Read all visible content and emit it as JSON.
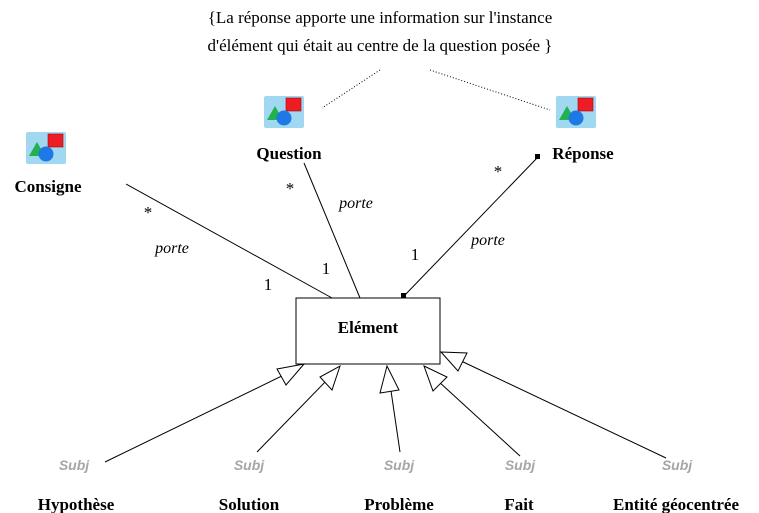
{
  "note": {
    "line1": "{La réponse apporte une information sur l'instance",
    "line2": "d'élément qui était au centre de la question posée }"
  },
  "central": {
    "label": "Elément"
  },
  "associations": [
    {
      "name": "Consigne",
      "role": "porte",
      "mult_source": "*",
      "mult_target": "1"
    },
    {
      "name": "Question",
      "role": "porte",
      "mult_source": "*",
      "mult_target": "1"
    },
    {
      "name": "Réponse",
      "role": "porte",
      "mult_source": "*",
      "mult_target": "1"
    }
  ],
  "subtypes": [
    {
      "name": "Hypothèse",
      "badge": "Subj"
    },
    {
      "name": "Solution",
      "badge": "Subj"
    },
    {
      "name": "Problème",
      "badge": "Subj"
    },
    {
      "name": "Fait",
      "badge": "Subj"
    },
    {
      "name": "Entité géocentrée",
      "badge": "Subj"
    }
  ],
  "colors": {
    "icon_bg": "#9fd8f0",
    "triangle": "#22b14c",
    "circle": "#1e78e6",
    "square": "#ee1c24",
    "subj_text": "#a6a6a6"
  },
  "icons": {
    "entity": "shapes-icon",
    "subtype": "subj-icon"
  }
}
